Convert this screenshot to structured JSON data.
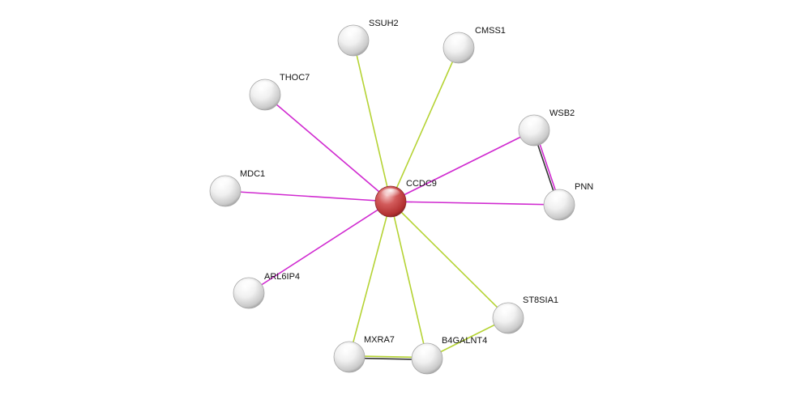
{
  "network": {
    "center": "CCDC9",
    "nodes": [
      {
        "id": "CCDC9",
        "label": "CCDC9",
        "color": "#c83a3a",
        "role": "query"
      },
      {
        "id": "SSUH2",
        "label": "SSUH2",
        "color": "#e6e6e6"
      },
      {
        "id": "CMSS1",
        "label": "CMSS1",
        "color": "#e6e6e6"
      },
      {
        "id": "THOC7",
        "label": "THOC7",
        "color": "#e6e6e6"
      },
      {
        "id": "WSB2",
        "label": "WSB2",
        "color": "#e6e6e6"
      },
      {
        "id": "MDC1",
        "label": "MDC1",
        "color": "#e6e6e6"
      },
      {
        "id": "PNN",
        "label": "PNN",
        "color": "#e6e6e6"
      },
      {
        "id": "ARL6IP4",
        "label": "ARL6IP4",
        "color": "#e6e6e6"
      },
      {
        "id": "ST8SIA1",
        "label": "ST8SIA1",
        "color": "#e6e6e6"
      },
      {
        "id": "MXRA7",
        "label": "MXRA7",
        "color": "#e6e6e6"
      },
      {
        "id": "B4GALNT4",
        "label": "B4GALNT4",
        "color": "#e6e6e6"
      }
    ],
    "edges": [
      {
        "source": "CCDC9",
        "target": "SSUH2",
        "colors": [
          "#b5d334"
        ]
      },
      {
        "source": "CCDC9",
        "target": "CMSS1",
        "colors": [
          "#b5d334"
        ]
      },
      {
        "source": "CCDC9",
        "target": "THOC7",
        "colors": [
          "#d02ad0"
        ]
      },
      {
        "source": "CCDC9",
        "target": "WSB2",
        "colors": [
          "#d02ad0"
        ]
      },
      {
        "source": "CCDC9",
        "target": "MDC1",
        "colors": [
          "#d02ad0"
        ]
      },
      {
        "source": "CCDC9",
        "target": "PNN",
        "colors": [
          "#d02ad0"
        ]
      },
      {
        "source": "CCDC9",
        "target": "ARL6IP4",
        "colors": [
          "#d02ad0"
        ]
      },
      {
        "source": "CCDC9",
        "target": "ST8SIA1",
        "colors": [
          "#b5d334"
        ]
      },
      {
        "source": "CCDC9",
        "target": "MXRA7",
        "colors": [
          "#b5d334"
        ]
      },
      {
        "source": "CCDC9",
        "target": "B4GALNT4",
        "colors": [
          "#b5d334"
        ]
      },
      {
        "source": "WSB2",
        "target": "PNN",
        "colors": [
          "#d02ad0",
          "#333333"
        ]
      },
      {
        "source": "MXRA7",
        "target": "B4GALNT4",
        "colors": [
          "#b5d334",
          "#333333"
        ]
      },
      {
        "source": "ST8SIA1",
        "target": "B4GALNT4",
        "colors": [
          "#b5d334"
        ]
      }
    ]
  }
}
